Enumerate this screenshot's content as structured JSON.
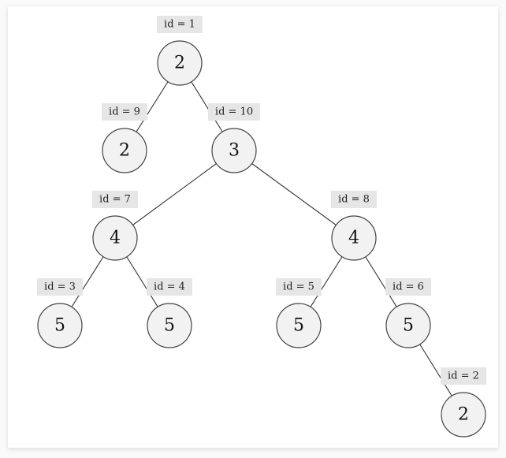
{
  "tree": {
    "nodes": [
      {
        "id": "1",
        "label": "id = 1",
        "value": "2",
        "parent": null
      },
      {
        "id": "9",
        "label": "id = 9",
        "value": "2",
        "parent": "1"
      },
      {
        "id": "10",
        "label": "id = 10",
        "value": "3",
        "parent": "1"
      },
      {
        "id": "7",
        "label": "id = 7",
        "value": "4",
        "parent": "10"
      },
      {
        "id": "8",
        "label": "id = 8",
        "value": "4",
        "parent": "10"
      },
      {
        "id": "3",
        "label": "id = 3",
        "value": "5",
        "parent": "7"
      },
      {
        "id": "4",
        "label": "id = 4",
        "value": "5",
        "parent": "7"
      },
      {
        "id": "5",
        "label": "id = 5",
        "value": "5",
        "parent": "8"
      },
      {
        "id": "6",
        "label": "id = 6",
        "value": "5",
        "parent": "8"
      },
      {
        "id": "2",
        "label": "id = 2",
        "value": "2",
        "parent": "6"
      }
    ]
  }
}
